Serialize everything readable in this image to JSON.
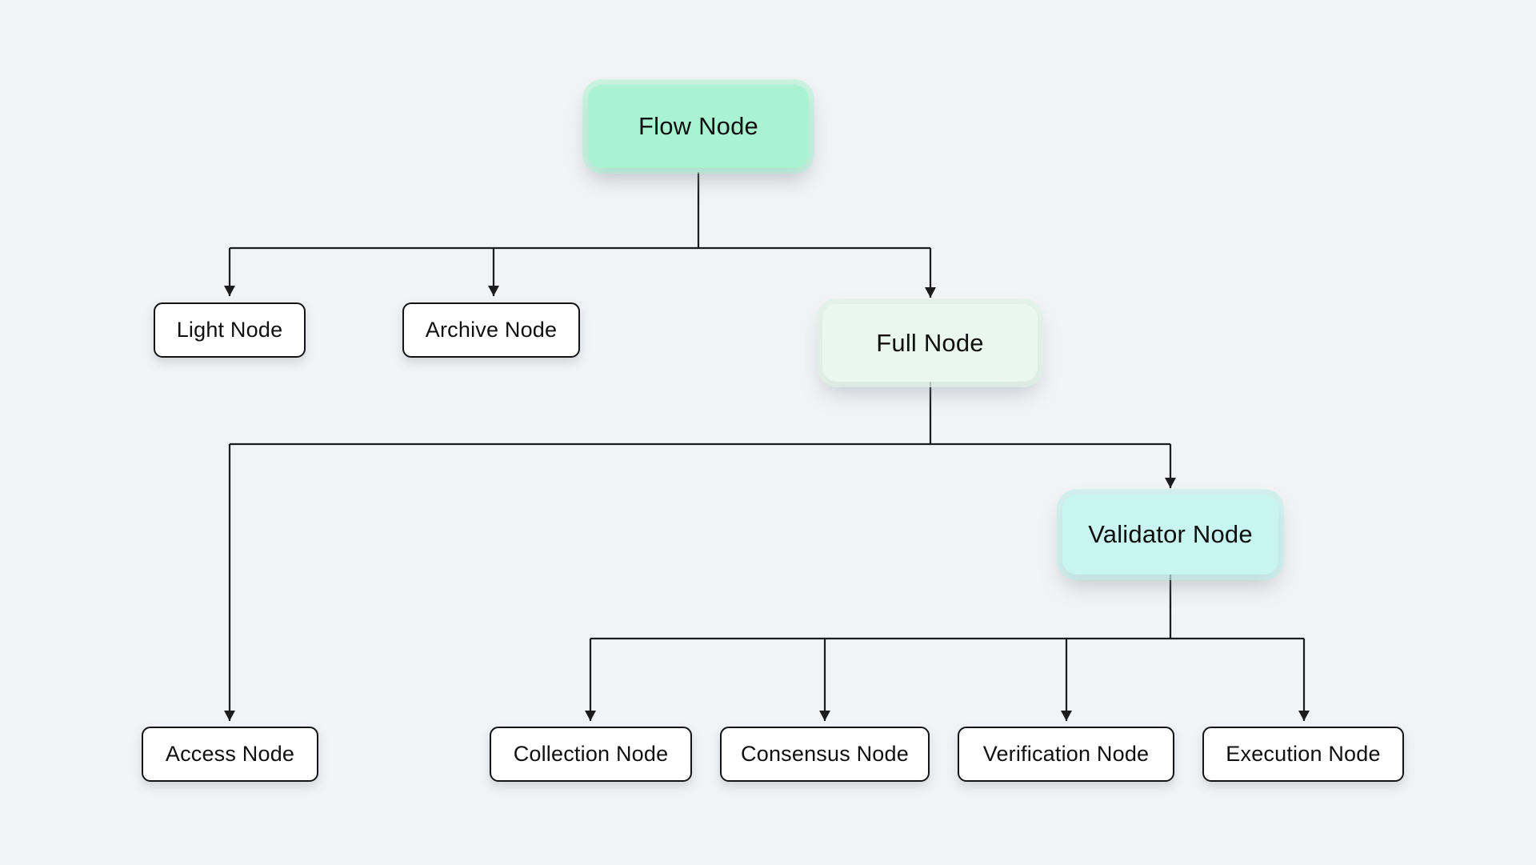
{
  "diagram": {
    "type": "tree-flowchart",
    "nodes": {
      "flow": {
        "label": "Flow Node",
        "style": "highlight-mint"
      },
      "light": {
        "label": "Light Node",
        "style": "leaf"
      },
      "archive": {
        "label": "Archive Node",
        "style": "leaf"
      },
      "full": {
        "label": "Full Node",
        "style": "highlight-pale-green"
      },
      "access": {
        "label": "Access Node",
        "style": "leaf"
      },
      "validator": {
        "label": "Validator Node",
        "style": "highlight-cyan"
      },
      "collection": {
        "label": "Collection Node",
        "style": "leaf"
      },
      "consensus": {
        "label": "Consensus Node",
        "style": "leaf"
      },
      "verification": {
        "label": "Verification Node",
        "style": "leaf"
      },
      "execution": {
        "label": "Execution Node",
        "style": "leaf"
      }
    },
    "edges": [
      {
        "from": "flow",
        "to": "light"
      },
      {
        "from": "flow",
        "to": "archive"
      },
      {
        "from": "flow",
        "to": "full"
      },
      {
        "from": "full",
        "to": "access"
      },
      {
        "from": "full",
        "to": "validator"
      },
      {
        "from": "validator",
        "to": "collection"
      },
      {
        "from": "validator",
        "to": "consensus"
      },
      {
        "from": "validator",
        "to": "verification"
      },
      {
        "from": "validator",
        "to": "execution"
      }
    ],
    "colors": {
      "background": "#f2f3f5",
      "flow_fill": "#aaf3d2",
      "full_fill": "#e9f7ee",
      "validator_fill": "#c9f5f1",
      "leaf_fill": "#ffffff",
      "line": "#1c1c1c",
      "text": "#101010"
    }
  }
}
